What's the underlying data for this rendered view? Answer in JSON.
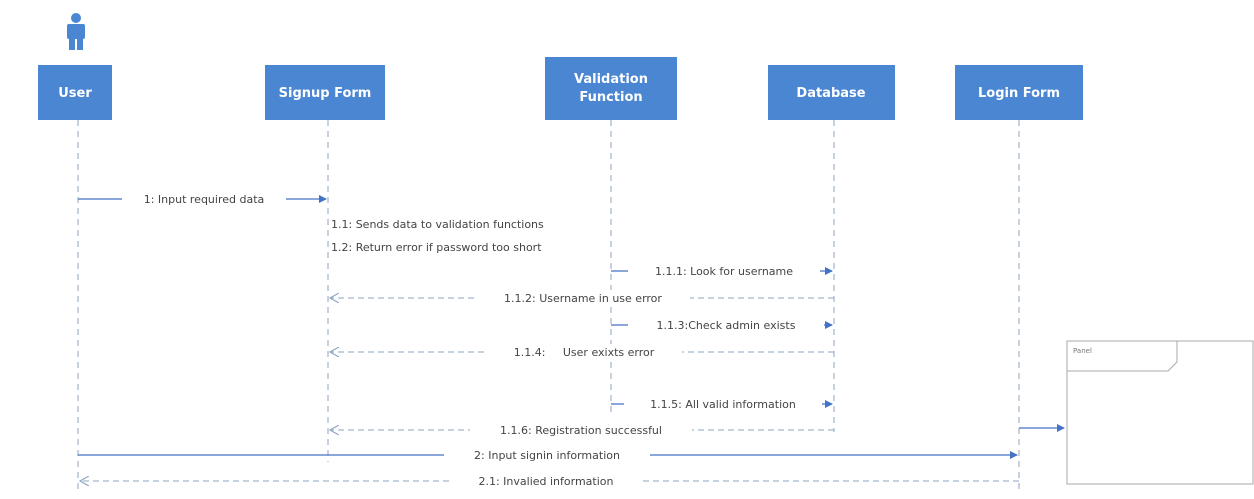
{
  "colors": {
    "box": "#4a86d2",
    "box_text": "#ffffff",
    "actor": "#4a86d2",
    "lifeline": "#8fa5c2",
    "arrow": "#4472c4",
    "return_arrow": "#8fa5c2",
    "label": "#444444",
    "frame": "#aaaaaa"
  },
  "actor_icon": "person-icon",
  "lifelines": [
    {
      "id": "user",
      "lines": [
        "User"
      ]
    },
    {
      "id": "signup",
      "lines": [
        "Signup Form"
      ]
    },
    {
      "id": "validation",
      "lines": [
        "Validation",
        "Function"
      ]
    },
    {
      "id": "database",
      "lines": [
        "Database"
      ]
    },
    {
      "id": "login",
      "lines": [
        "Login Form"
      ]
    }
  ],
  "messages": [
    {
      "from": "user",
      "to": "signup",
      "label": "1: Input required data",
      "kind": "call"
    },
    {
      "from": "signup",
      "to": "validation",
      "label": "1.1: Sends data to validation functions",
      "kind": "note"
    },
    {
      "from": "signup",
      "to": "validation",
      "label": "1.2: Return error if password too short",
      "kind": "note"
    },
    {
      "from": "validation",
      "to": "database",
      "label": "1.1.1: Look for username",
      "kind": "call"
    },
    {
      "from": "database",
      "to": "signup",
      "label": "1.1.2: Username in use error",
      "kind": "return"
    },
    {
      "from": "validation",
      "to": "database",
      "label": "1.1.3:Check admin exists",
      "kind": "call"
    },
    {
      "from": "database",
      "to": "signup",
      "label": "1.1.4:     User exixts error",
      "kind": "return"
    },
    {
      "from": "validation",
      "to": "database",
      "label": "1.1.5: All valid information",
      "kind": "call"
    },
    {
      "from": "database",
      "to": "signup",
      "label": "1.1.6: Registration successful",
      "kind": "return"
    },
    {
      "from": "user",
      "to": "login",
      "label": "2: Input signin information",
      "kind": "call"
    },
    {
      "from": "login",
      "to": "user",
      "label": "2.1: Invalied information",
      "kind": "return"
    }
  ],
  "frame": {
    "label": "Panel"
  }
}
